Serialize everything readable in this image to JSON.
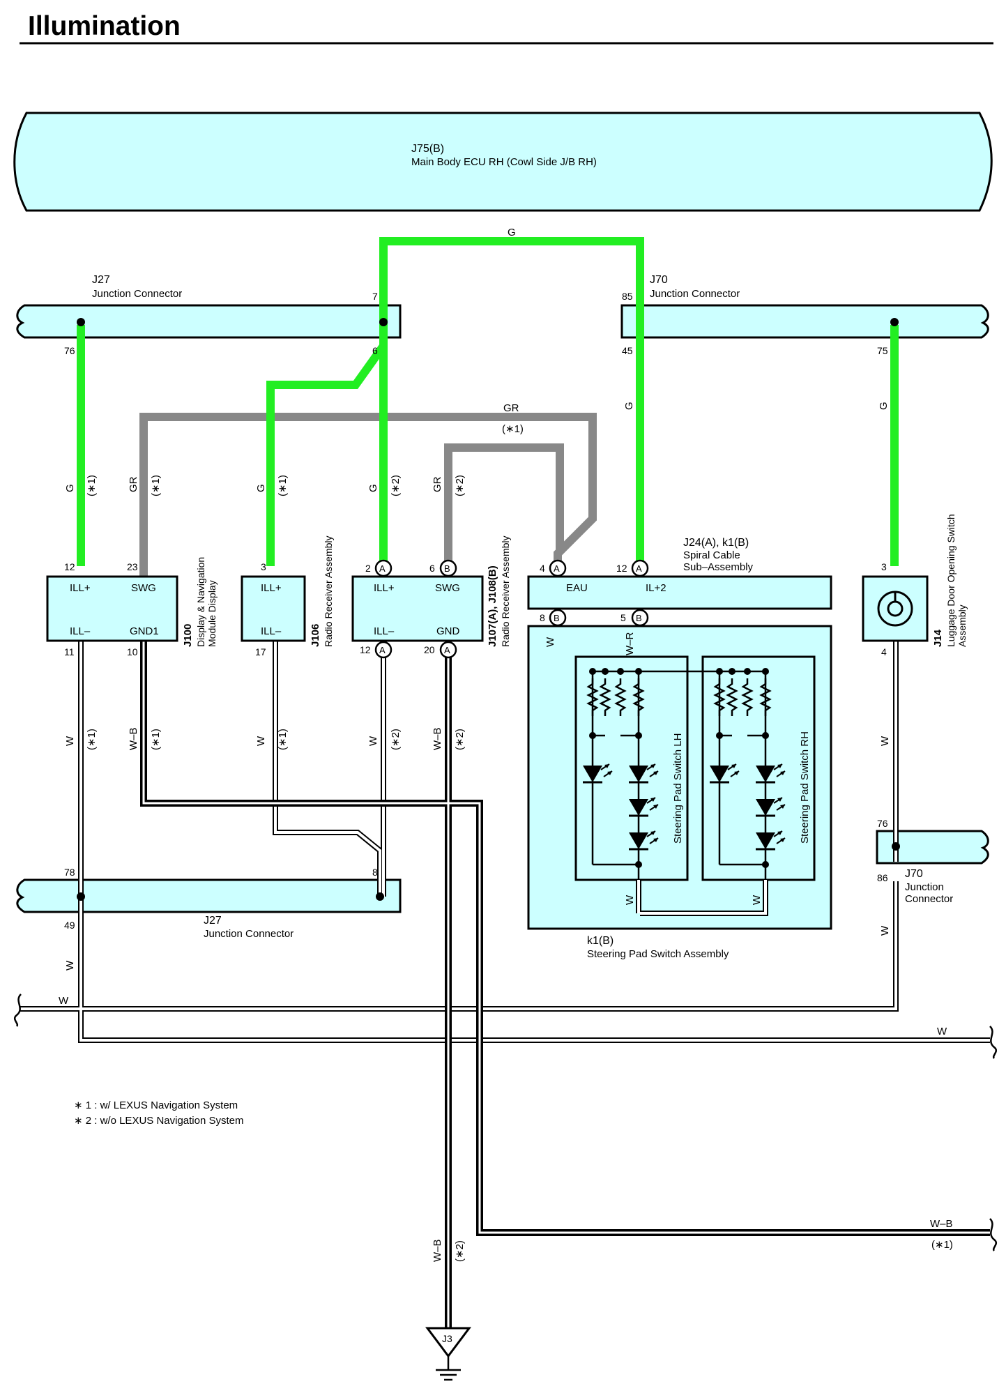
{
  "title": "Illumination",
  "components": {
    "j75": {
      "code": "J75(B)",
      "name": "Main Body ECU RH (Cowl Side J/B RH)"
    },
    "j27_top": {
      "code": "J27",
      "name": "Junction Connector",
      "pins": [
        "7",
        "76",
        "6"
      ]
    },
    "j70_top": {
      "code": "J70",
      "name": "Junction Connector",
      "pins": [
        "85",
        "45",
        "75"
      ]
    },
    "j100": {
      "code": "J100",
      "name_line1": "Display & Navigation",
      "name_line2": "Module Display",
      "terminals": [
        "ILL+",
        "SWG",
        "ILL–",
        "GND1"
      ],
      "pins": [
        "12",
        "23",
        "11",
        "10"
      ]
    },
    "j106": {
      "code": "J106",
      "name": "Radio Receiver Assembly",
      "terminals": [
        "ILL+",
        "ILL–"
      ],
      "pins": [
        "3",
        "17"
      ]
    },
    "j107": {
      "code": "J107(A), J108(B)",
      "name": "Radio Receiver Assembly",
      "terminals": [
        "ILL+",
        "SWG",
        "ILL–",
        "GND"
      ],
      "pins": [
        "2",
        "6",
        "12",
        "20"
      ],
      "connectors": [
        "A",
        "B",
        "A",
        "A"
      ]
    },
    "j24": {
      "code": "J24(A), k1(B)",
      "name_line1": "Spiral Cable",
      "name_line2": "Sub–Assembly",
      "terminals": [
        "EAU",
        "IL+2"
      ],
      "pins": [
        "4",
        "12",
        "8",
        "5"
      ],
      "connectors": [
        "A",
        "A",
        "B",
        "B"
      ]
    },
    "k1": {
      "code": "k1(B)",
      "name": "Steering Pad Switch Assembly",
      "lh": "Steering Pad Switch LH",
      "rh": "Steering Pad Switch RH"
    },
    "j14": {
      "code": "J14",
      "name_line1": "Luggage Door Opening Switch",
      "name_line2": "Assembly",
      "pins": [
        "3",
        "4"
      ]
    },
    "j27_bottom": {
      "code": "J27",
      "name": "Junction Connector",
      "pins": [
        "78",
        "8",
        "49"
      ]
    },
    "j70_bottom": {
      "code": "J70",
      "name_line1": "Junction",
      "name_line2": "Connector",
      "pins": [
        "76",
        "86"
      ]
    },
    "j3": {
      "code": "J3"
    }
  },
  "wire_colors": {
    "G": "G",
    "GR": "GR",
    "W": "W",
    "WB": "W–B",
    "WR": "W–R"
  },
  "variant_marks": {
    "v1": "(∗1)",
    "v2": "(∗2)"
  },
  "notes": [
    "∗ 1 : w/ LEXUS Navigation System",
    "∗ 2 : w/o LEXUS Navigation System"
  ],
  "colors": {
    "green_wire": "#22ee22",
    "gray_wire": "#888888",
    "red_wire": "#ee1111",
    "component_fill": "#ccffff"
  },
  "icon_names": [
    "ground-icon",
    "lamp-icon",
    "led-icon",
    "resistor-icon"
  ]
}
